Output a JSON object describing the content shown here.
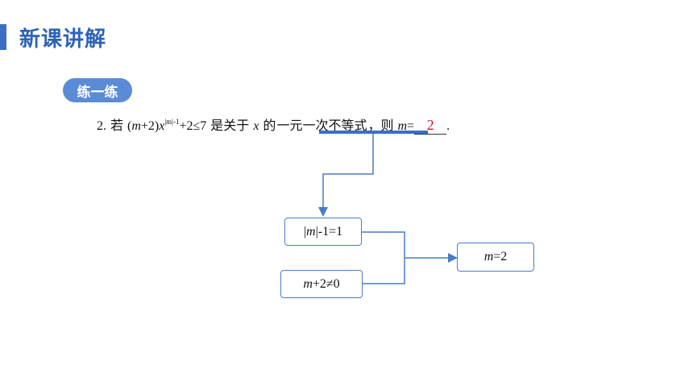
{
  "header": {
    "title": "新课讲解"
  },
  "badge": {
    "label": "练一练"
  },
  "question": {
    "number": "2.",
    "prefix": "若",
    "expr_open": "(",
    "expr_m": "m",
    "expr_plus2": "+2)",
    "expr_x": "x",
    "expr_sup": "|m|-1",
    "expr_rest": "+2≤7",
    "text_mid": "是关于",
    "var_x": "x",
    "text_de": "的",
    "emphasis": "一元一次不等式",
    "text_then": "，则",
    "var_m": "m",
    "equals": "=",
    "answer": "2",
    "period": "."
  },
  "boxes": {
    "abs_eq": {
      "m": "m",
      "left": "|",
      "right": "|-1=1"
    },
    "ineq": {
      "m": "m",
      "right": "+2≠0"
    },
    "result": {
      "m": "m",
      "right": "=2"
    }
  },
  "colors": {
    "accent": "#2e62b8",
    "pill": "#5b8ad6",
    "answer": "#d0182a",
    "line": "#4a7cc4"
  }
}
